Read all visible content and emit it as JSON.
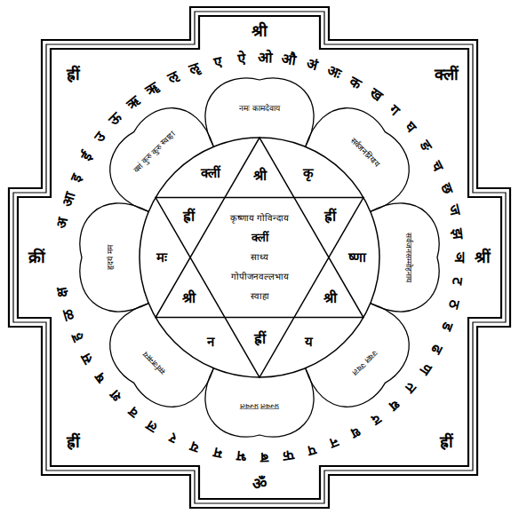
{
  "diagram": {
    "nodes": [
      {
        "text": [
          "श्री",
          "क्लीं",
          "श्रीं",
          "ह्रीं",
          "ॐ",
          "ह्रीं",
          "क्रीं",
          "ह्रीं"
        ]
      },
      {
        "text": [
          "नमः कामदेवाय"
        ],
        "in": 0
      },
      {
        "text": [
          "सर्वजनप्रियाय"
        ],
        "in": 0
      },
      {
        "text": [
          "सर्वजनसम्मोहनाय"
        ],
        "in": 0
      },
      {
        "text": [
          "ज्वल ज्वल"
        ],
        "in": 0
      },
      {
        "text": [
          "प्रज्वल प्रज्वल"
        ],
        "in": 0
      },
      {
        "text": [
          "सर्वजनस्य"
        ],
        "in": 0
      },
      {
        "text": [
          "हृदयं मम"
        ],
        "in": 0
      },
      {
        "text": [
          "वशं कुरु कुरु स्वाहा"
        ],
        "in": 0
      },
      {
        "text": [
          "श्री",
          "ह्रीं",
          "श्री",
          "ह्रीं",
          "श्री",
          "ह्रीं",
          "क्लीं",
          "कृ",
          "ष्णा",
          "य",
          "न",
          "मः"
        ],
        "in": 0
      },
      {
        "text": [
          "कृष्णाय गोविन्दाय",
          "क्लीं",
          "साध्य",
          "गोपीजनवल्लभाय",
          "स्वाहा"
        ],
        "in": 9
      }
    ],
    "labels": [
      "अ",
      "आ",
      "इ",
      "ई",
      "उ",
      "ऊ",
      "ऋ",
      "ॠ",
      "ऌ",
      "ॡ",
      "ए",
      "ऐ",
      "ओ",
      "औ",
      "अं",
      "अः",
      "क",
      "ख",
      "ग",
      "घ",
      "ङ",
      "च",
      "छ",
      "ज",
      "झ",
      "ञ",
      "ट",
      "ठ",
      "ड",
      "ढ",
      "ण",
      "त",
      "थ",
      "द",
      "ध",
      "न",
      "प",
      "फ",
      "ब",
      "भ",
      "म",
      "य",
      "र",
      "ल",
      "व",
      "श",
      "ष",
      "स",
      "ह",
      "ळ",
      "क्ष"
    ]
  }
}
